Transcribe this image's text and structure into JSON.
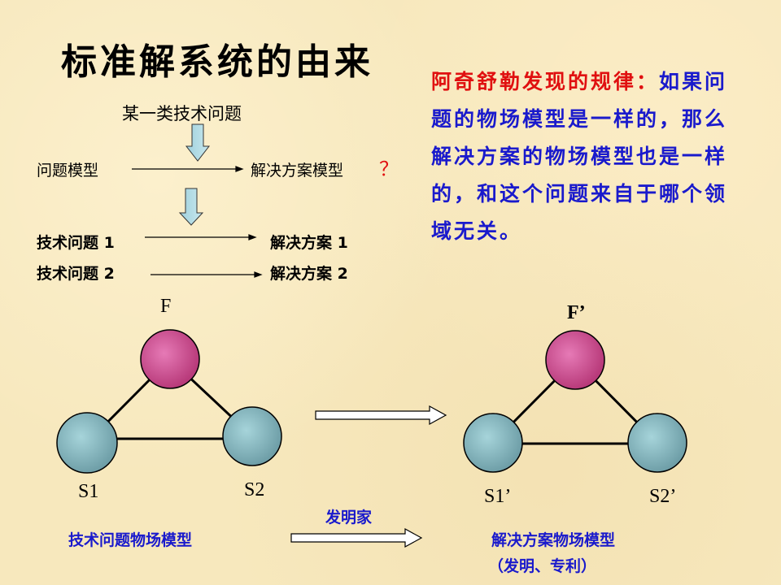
{
  "title": "标准解系统的由来",
  "flow": {
    "top": "某一类技术问题",
    "problem_model": "问题模型",
    "solution_model": "解决方案模型",
    "question_mark": "？",
    "problem1": "技术问题 1",
    "solution1": "解决方案 1",
    "problem2": "技术问题 2",
    "solution2": "解决方案 2"
  },
  "rule": {
    "heading": "阿奇舒勒发现的规律：",
    "body": "如果问题的物场模型是一样的，那么解决方案的物场模型也是一样的，和这个问题来自于哪个领域无关。"
  },
  "left_model": {
    "F": "F",
    "S1": "S1",
    "S2": "S2",
    "caption": "技术问题物场模型"
  },
  "right_model": {
    "F": "F’",
    "S1": "S1’",
    "S2": "S2’",
    "caption": "解决方案物场模型",
    "caption2": "（发明、专利）"
  },
  "inventor_label": "发明家",
  "colors": {
    "field": "#cc4a8c",
    "substance": "#7fb0b8",
    "rule_heading": "#e01010",
    "rule_body": "#1a1acc"
  }
}
